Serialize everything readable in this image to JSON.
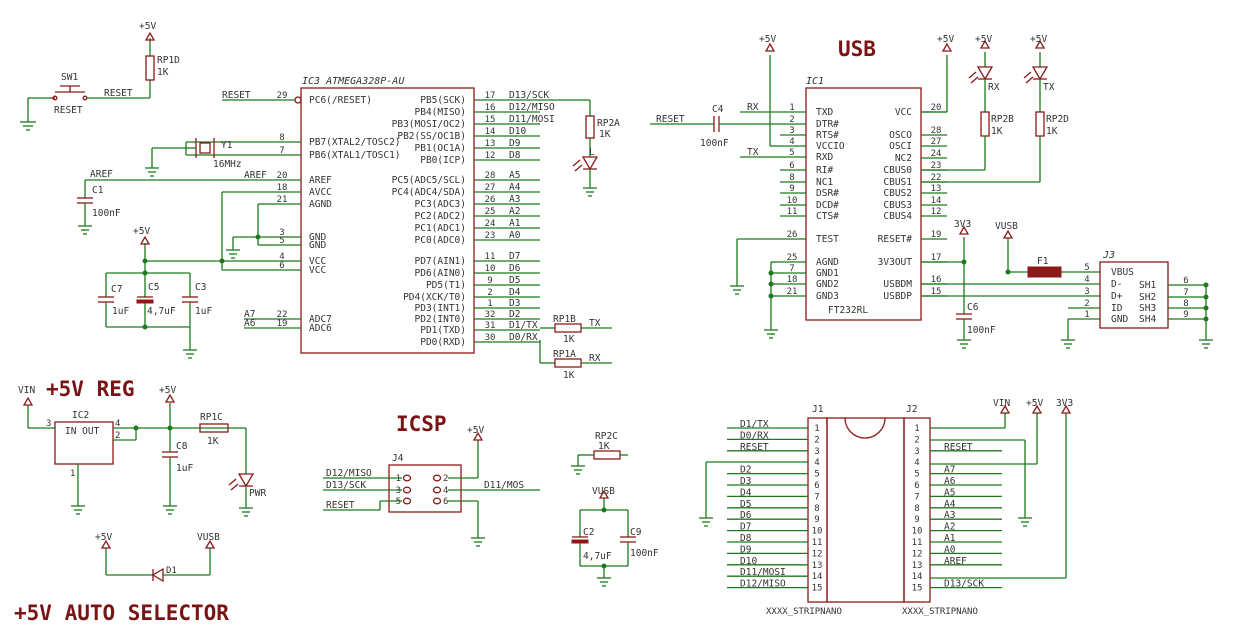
{
  "headings": {
    "usb": "USB",
    "reg": "+5V REG",
    "icsp": "ICSP",
    "auto": "+5V AUTO SELECTOR"
  },
  "nets": {
    "p5v": "+5V",
    "v3v3": "3V3",
    "vusb": "VUSB",
    "vin": "VIN"
  },
  "reset": {
    "sw": "SW1",
    "sw_label": "RESET",
    "net": "RESET",
    "rp": "RP1D",
    "rp_val": "1K"
  },
  "ic3": {
    "title": "IC3 ATMEGA328P-AU",
    "left": [
      {
        "net": "RESET",
        "pin": "29",
        "func": "PC6(/RESET)"
      },
      {
        "net": "",
        "pin": "8",
        "func": "PB7(XTAL2/TOSC2)"
      },
      {
        "net": "",
        "pin": "7",
        "func": "PB6(XTAL1/TOSC1)"
      },
      {
        "net": "AREF",
        "pin": "20",
        "func": "AREF"
      },
      {
        "net": "",
        "pin": "18",
        "func": "AVCC"
      },
      {
        "net": "",
        "pin": "21",
        "func": "AGND"
      },
      {
        "net": "",
        "pin": "3",
        "func": "GND"
      },
      {
        "net": "",
        "pin": "5",
        "func": "GND"
      },
      {
        "net": "",
        "pin": "4",
        "func": "VCC"
      },
      {
        "net": "",
        "pin": "6",
        "func": "VCC"
      },
      {
        "net": "A7",
        "pin": "22",
        "func": "ADC7"
      },
      {
        "net": "A6",
        "pin": "19",
        "func": "ADC6"
      }
    ],
    "right": [
      {
        "pin": "17",
        "func": "PB5(SCK)",
        "net": "D13/SCK"
      },
      {
        "pin": "16",
        "func": "PB4(MISO)",
        "net": "D12/MISO"
      },
      {
        "pin": "15",
        "func": "PB3(MOSI/OC2)",
        "net": "D11/MOSI"
      },
      {
        "pin": "14",
        "func": "PB2(SS/OC1B)",
        "net": "D10"
      },
      {
        "pin": "13",
        "func": "PB1(OC1A)",
        "net": "D9"
      },
      {
        "pin": "12",
        "func": "PB0(ICP)",
        "net": "D8"
      },
      {
        "pin": "28",
        "func": "PC5(ADC5/SCL)",
        "net": "A5"
      },
      {
        "pin": "27",
        "func": "PC4(ADC4/SDA)",
        "net": "A4"
      },
      {
        "pin": "26",
        "func": "PC3(ADC3)",
        "net": "A3"
      },
      {
        "pin": "25",
        "func": "PC2(ADC2)",
        "net": "A2"
      },
      {
        "pin": "24",
        "func": "PC1(ADC1)",
        "net": "A1"
      },
      {
        "pin": "23",
        "func": "PC0(ADC0)",
        "net": "A0"
      },
      {
        "pin": "11",
        "func": "PD7(AIN1)",
        "net": "D7"
      },
      {
        "pin": "10",
        "func": "PD6(AIN0)",
        "net": "D6"
      },
      {
        "pin": "9",
        "func": "PD5(T1)",
        "net": "D5"
      },
      {
        "pin": "2",
        "func": "PD4(XCK/T0)",
        "net": "D4"
      },
      {
        "pin": "1",
        "func": "PD3(INT1)",
        "net": "D3"
      },
      {
        "pin": "32",
        "func": "PD2(INT0)",
        "net": "D2"
      },
      {
        "pin": "31",
        "func": "PD1(TXD)",
        "net": "D1/TX"
      },
      {
        "pin": "30",
        "func": "PD0(RXD)",
        "net": "D0/RX"
      }
    ]
  },
  "crystal": {
    "name": "Y1",
    "value": "16MHz"
  },
  "c1": {
    "name": "C1",
    "value": "100nF"
  },
  "c7": {
    "name": "C7",
    "value": "1uF"
  },
  "c5": {
    "name": "C5",
    "value": "4,7uF"
  },
  "c3": {
    "name": "C3",
    "value": "1uF"
  },
  "rp2a": {
    "name": "RP2A",
    "value": "1K",
    "led": "L"
  },
  "rp1b": {
    "name": "RP1B",
    "value": "1K",
    "net": "TX"
  },
  "rp1a": {
    "name": "RP1A",
    "value": "1K",
    "net": "RX"
  },
  "ic1": {
    "name": "IC1",
    "part": "FT232RL",
    "left": [
      {
        "net": "RX",
        "pin": "1",
        "func": "TXD"
      },
      {
        "net": "",
        "pin": "2",
        "func": "DTR#"
      },
      {
        "net": "",
        "pin": "3",
        "func": "RTS#"
      },
      {
        "net": "",
        "pin": "4",
        "func": "VCCIO"
      },
      {
        "net": "TX",
        "pin": "5",
        "func": "RXD"
      },
      {
        "net": "",
        "pin": "6",
        "func": "RI#"
      },
      {
        "net": "",
        "pin": "8",
        "func": "NC1"
      },
      {
        "net": "",
        "pin": "9",
        "func": "DSR#"
      },
      {
        "net": "",
        "pin": "10",
        "func": "DCD#"
      },
      {
        "net": "",
        "pin": "11",
        "func": "CTS#"
      },
      {
        "net": "",
        "pin": "26",
        "func": "TEST"
      },
      {
        "net": "",
        "pin": "25",
        "func": "AGND"
      },
      {
        "net": "",
        "pin": "7",
        "func": "GND1"
      },
      {
        "net": "",
        "pin": "18",
        "func": "GND2"
      },
      {
        "net": "",
        "pin": "21",
        "func": "GND3"
      }
    ],
    "right": [
      {
        "pin": "20",
        "func": "VCC"
      },
      {
        "pin": "28",
        "func": "OSCO"
      },
      {
        "pin": "27",
        "func": "OSCI"
      },
      {
        "pin": "24",
        "func": "NC2"
      },
      {
        "pin": "23",
        "func": "CBUS0"
      },
      {
        "pin": "22",
        "func": "CBUS1"
      },
      {
        "pin": "13",
        "func": "CBUS2"
      },
      {
        "pin": "14",
        "func": "CBUS3"
      },
      {
        "pin": "12",
        "func": "CBUS4"
      },
      {
        "pin": "19",
        "func": "RESET#"
      },
      {
        "pin": "17",
        "func": "3V3OUT"
      },
      {
        "pin": "16",
        "func": "USBDM"
      },
      {
        "pin": "15",
        "func": "USBDP"
      }
    ]
  },
  "c4": {
    "name": "C4",
    "value": "100nF",
    "net": "RESET"
  },
  "leds": {
    "rx": "RX",
    "tx": "TX"
  },
  "rp2b": {
    "name": "RP2B",
    "value": "1K"
  },
  "rp2d": {
    "name": "RP2D",
    "value": "1K"
  },
  "c6": {
    "name": "C6",
    "value": "100nF"
  },
  "f1": {
    "name": "F1"
  },
  "j3": {
    "name": "J3",
    "pins": [
      {
        "pin": "5",
        "func": "VBUS"
      },
      {
        "pin": "4",
        "func": "D-"
      },
      {
        "pin": "3",
        "func": "D+"
      },
      {
        "pin": "2",
        "func": "ID"
      },
      {
        "pin": "1",
        "func": "GND"
      }
    ],
    "shields": [
      {
        "func": "SH1",
        "pin": "6"
      },
      {
        "func": "SH2",
        "pin": "7"
      },
      {
        "func": "SH3",
        "pin": "8"
      },
      {
        "func": "SH4",
        "pin": "9"
      }
    ]
  },
  "ic2": {
    "name": "IC2",
    "inner": "IN OUT",
    "pin_in": "3",
    "pin_out": "4",
    "pin_out2": "2",
    "pin_gnd": "1"
  },
  "c8": {
    "name": "C8",
    "value": "1uF"
  },
  "rp1c": {
    "name": "RP1C",
    "value": "1K",
    "led": "PWR"
  },
  "d1": {
    "name": "D1"
  },
  "j4": {
    "name": "J4",
    "pins": [
      "1",
      "2",
      "3",
      "4",
      "5",
      "6"
    ],
    "nets": {
      "miso": "D12/MISO",
      "sck": "D13/SCK",
      "reset": "RESET",
      "mosi": "D11/MOS"
    }
  },
  "rp2c": {
    "name": "RP2C",
    "value": "1K"
  },
  "c2": {
    "name": "C2",
    "value": "4,7uF"
  },
  "c9": {
    "name": "C9",
    "value": "100nF"
  },
  "j1": {
    "name": "J1",
    "part": "XXXX_STRIPNANO",
    "nets": [
      "D1/TX",
      "D0/RX",
      "RESET",
      "",
      "D2",
      "D3",
      "D4",
      "D5",
      "D6",
      "D7",
      "D8",
      "D9",
      "D10",
      "D11/MOSI",
      "D12/MISO"
    ],
    "pins": [
      "1",
      "2",
      "3",
      "4",
      "5",
      "6",
      "7",
      "8",
      "9",
      "10",
      "11",
      "12",
      "13",
      "14",
      "15"
    ]
  },
  "j2": {
    "name": "J2",
    "part": "XXXX_STRIPNANO",
    "nets": [
      "",
      "",
      "RESET",
      "",
      "A7",
      "A6",
      "A5",
      "A4",
      "A3",
      "A2",
      "A1",
      "A0",
      "AREF",
      "",
      "D13/SCK"
    ],
    "pins": [
      "1",
      "2",
      "3",
      "4",
      "5",
      "6",
      "7",
      "8",
      "9",
      "10",
      "11",
      "12",
      "13",
      "14",
      "15"
    ]
  }
}
